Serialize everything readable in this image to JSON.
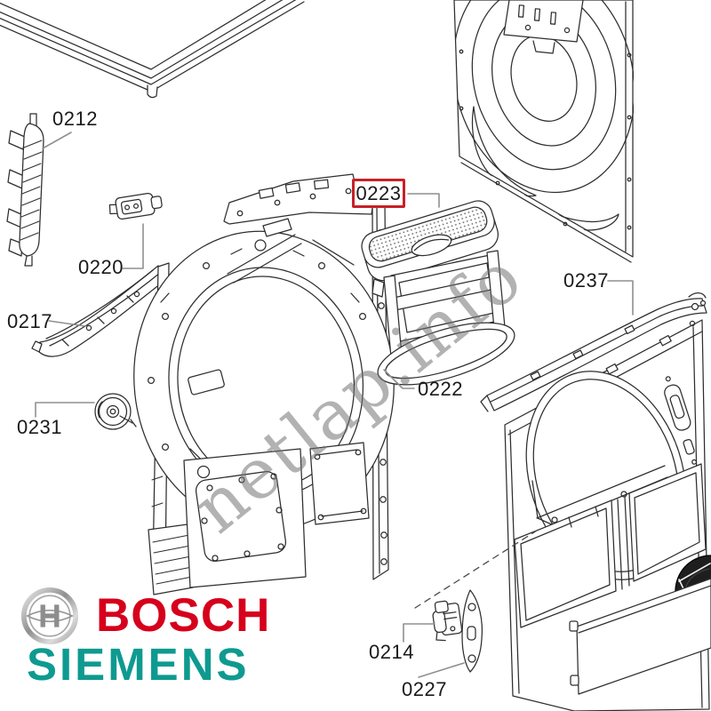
{
  "diagram": {
    "labels": {
      "l0212": "0212",
      "l0220": "0220",
      "l0217": "0217",
      "l0231": "0231",
      "l0223": "0223",
      "l0222": "0222",
      "l0237": "0237",
      "l0214": "0214",
      "l0227": "0227"
    },
    "highlighted_label": "0223"
  },
  "watermark": {
    "text": "netlap.info"
  },
  "brands": {
    "bosch": "BOSCH",
    "siemens": "SIEMENS"
  },
  "colors": {
    "highlight_box": "#c62128",
    "bosch_red": "#d6001c",
    "siemens_teal": "#0e9a90",
    "watermark_gray": "#737373",
    "line_art": "#2e2e2e",
    "leader_gray": "#8f8f8f"
  }
}
